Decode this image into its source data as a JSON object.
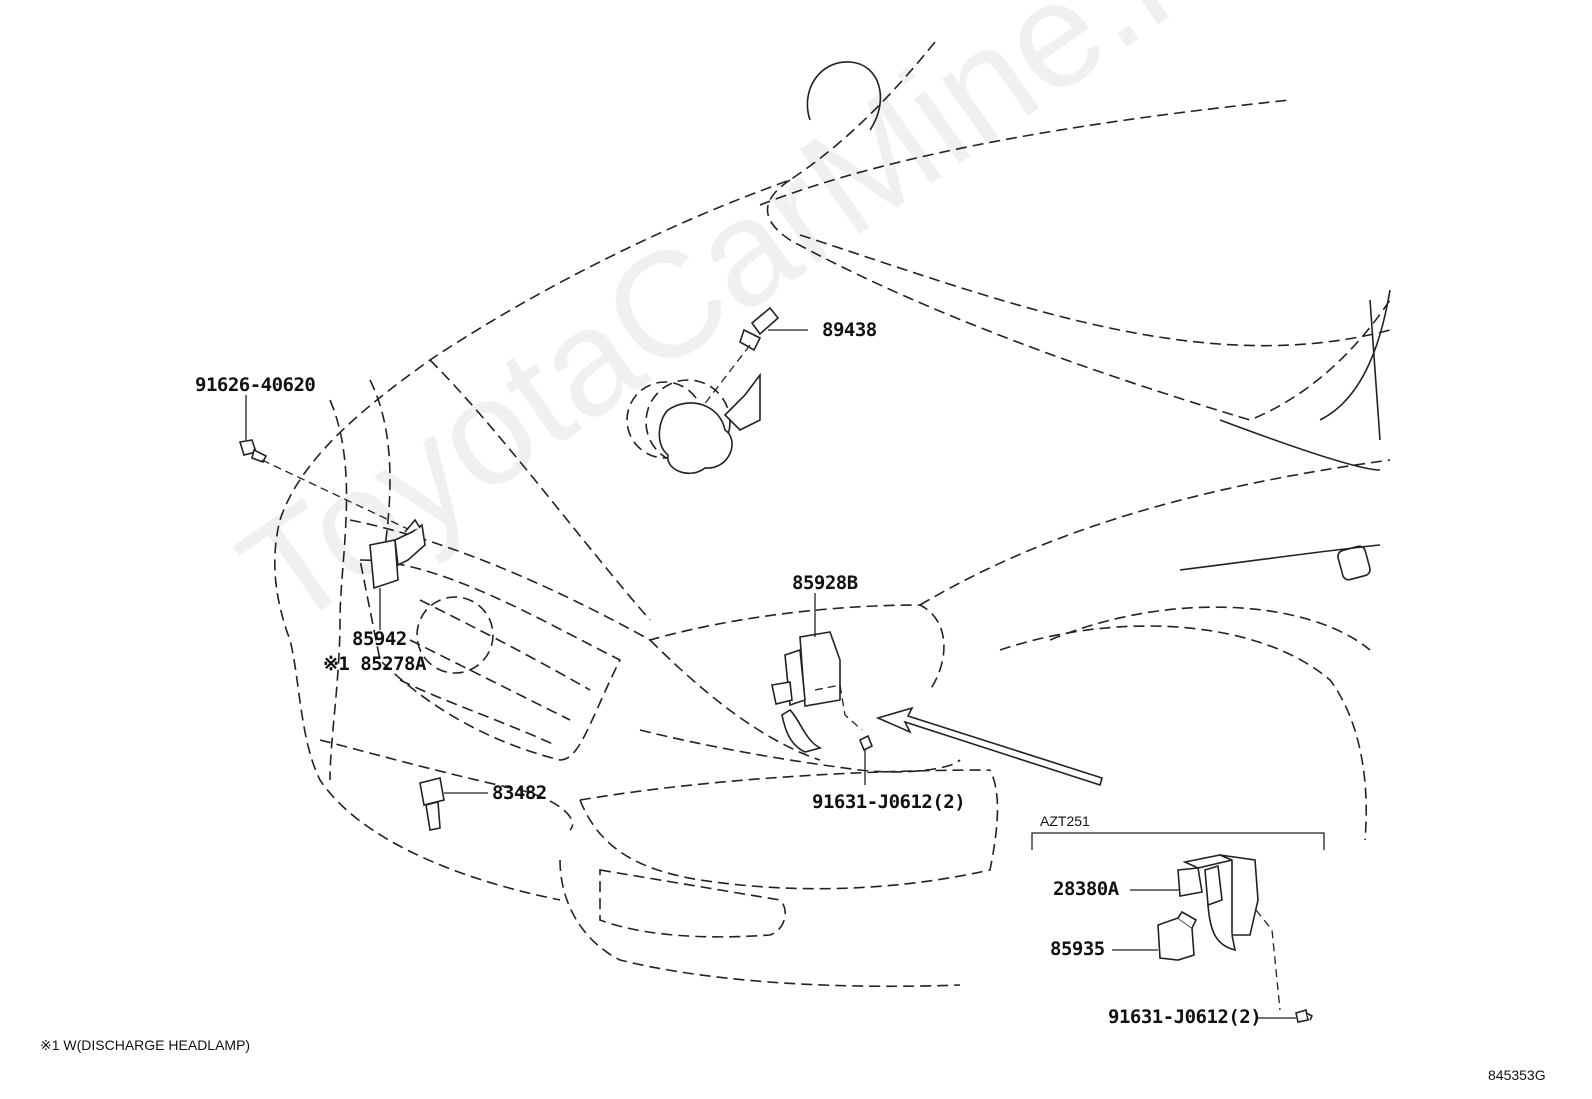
{
  "watermark": "ToyotaCarMine.ru",
  "parts": {
    "p89438": "89438",
    "p91626": "91626-40620",
    "p85942": "85942",
    "p85278A": "※1 85278A",
    "p85928B": "85928B",
    "p83482": "83482",
    "p91631a": "91631-J0612(2)",
    "p28380A": "28380A",
    "p85935": "85935",
    "p91631b": "91631-J0612(2)"
  },
  "group_label": "AZT251",
  "footnote": "※1 W(DISCHARGE HEADLAMP)",
  "diagram_code": "845353G"
}
